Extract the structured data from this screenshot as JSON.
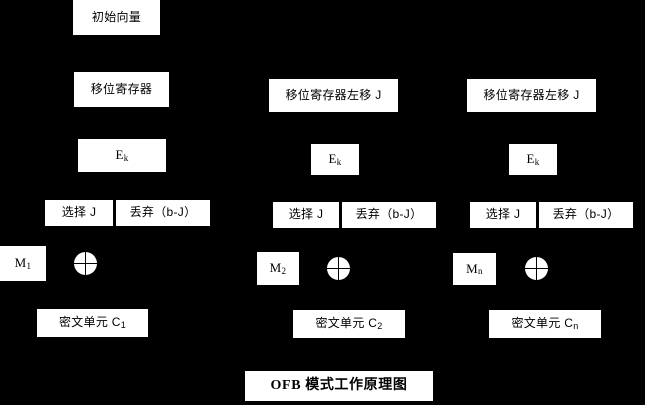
{
  "diagram": {
    "title": "OFB 模式工作原理图",
    "background_color": "#000000",
    "box_color": "#ffffff",
    "text_color": "#000000"
  },
  "initial_vector": {
    "label": "初始向量"
  },
  "columns": [
    {
      "name": "column-1",
      "shift_register": "移位寄存器",
      "encrypt_main": "E",
      "encrypt_sub": "k",
      "select": "选择 J",
      "discard": "丢弃（b-J）",
      "plaintext_main": "M",
      "plaintext_sub": "1",
      "xor": "xor-symbol",
      "ciphertext_main": "密文单元 C",
      "ciphertext_sub": "1"
    },
    {
      "name": "column-2",
      "shift_register": "移位寄存器左移 J",
      "encrypt_main": "E",
      "encrypt_sub": "k",
      "select": "选择 J",
      "discard": "丢弃（b-J）",
      "plaintext_main": "M",
      "plaintext_sub": "2",
      "xor": "xor-symbol",
      "ciphertext_main": "密文单元 C",
      "ciphertext_sub": "2"
    },
    {
      "name": "column-3",
      "shift_register": "移位寄存器左移 J",
      "encrypt_main": "E",
      "encrypt_sub": "k",
      "select": "选择 J",
      "discard": "丢弃（b-J）",
      "plaintext_main": "M",
      "plaintext_sub": "n",
      "xor": "xor-symbol",
      "ciphertext_main": "密文单元 C",
      "ciphertext_sub": "n"
    }
  ]
}
